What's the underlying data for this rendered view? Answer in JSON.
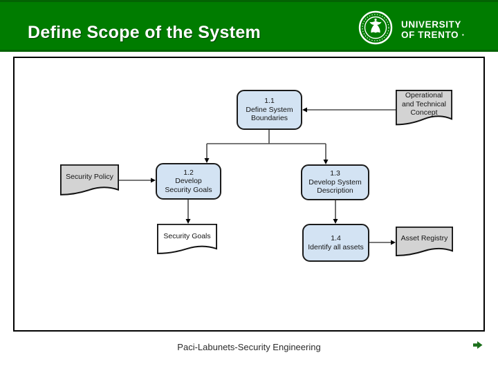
{
  "header": {
    "title": "Define Scope of the System"
  },
  "logo": {
    "seal": "university-of-trento-seal",
    "name_line1": "UNIVERSITY",
    "name_line2": "OF TRENTO ·"
  },
  "diagram": {
    "processes": [
      {
        "num": "1.1",
        "label": "Define System Boundaries"
      },
      {
        "num": "1.2",
        "label": "Develop Security Goals"
      },
      {
        "num": "1.3",
        "label": "Develop System Description"
      },
      {
        "num": "1.4",
        "label": "Identify all assets"
      }
    ],
    "documents": [
      {
        "label": "Operational and Technical Concept"
      },
      {
        "label": "Security Policy"
      },
      {
        "label": "Security Goals"
      },
      {
        "label": "Asset Registry"
      }
    ]
  },
  "footer": {
    "text": "Paci-Labunets-Security Engineering"
  },
  "colors": {
    "header_green": "#007c00",
    "process_fill": "#d3e3f3",
    "document_gray_fill": "#d3d3d3",
    "document_white_fill": "#ffffff",
    "next_arrow_green": "#1b6f1b"
  }
}
